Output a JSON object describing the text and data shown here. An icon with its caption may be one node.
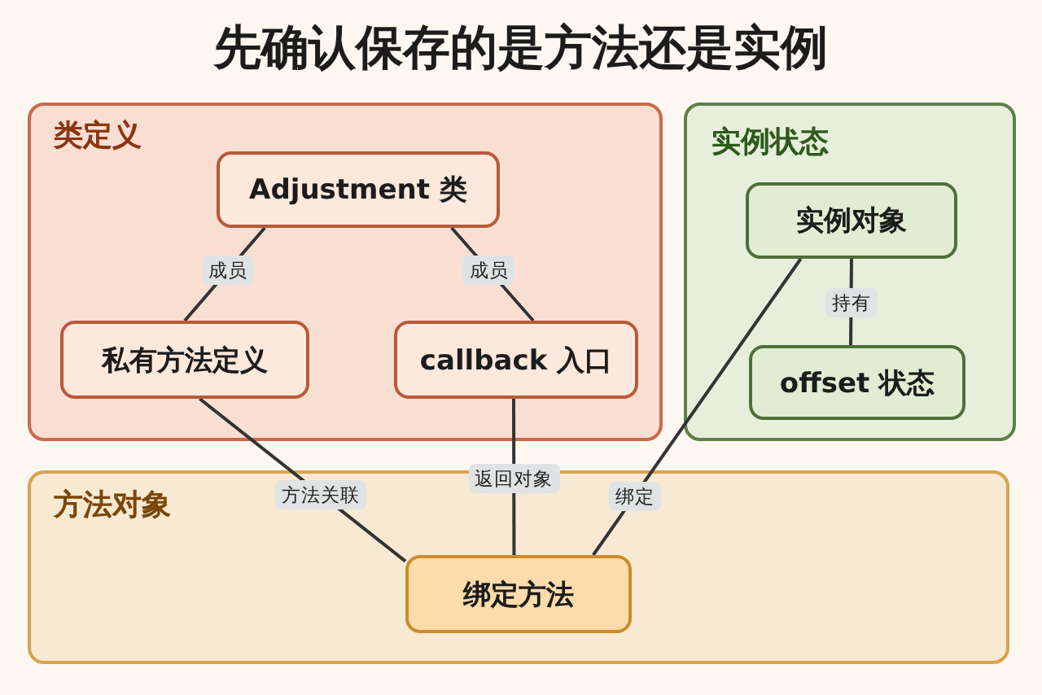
{
  "diagram": {
    "title": "先确认保存的是方法还是实例",
    "nodes": [
      {
        "text": [
          "类定义"
        ]
      },
      {
        "text": [
          "Adjustment 类"
        ],
        "in": 0
      },
      {
        "text": [
          "私有方法定义"
        ],
        "in": 0
      },
      {
        "text": [
          "callback 入口"
        ],
        "in": 0
      },
      {
        "text": [
          "实例状态"
        ]
      },
      {
        "text": [
          "实例对象"
        ],
        "in": 4
      },
      {
        "text": [
          "offset 状态"
        ],
        "in": 4
      },
      {
        "text": [
          "方法对象"
        ]
      },
      {
        "text": [
          "绑定方法"
        ],
        "in": 7
      }
    ],
    "edges": [
      {
        "from": 1,
        "to": 2,
        "arrow": "none",
        "label": "成员"
      },
      {
        "from": 1,
        "to": 3,
        "arrow": "none",
        "label": "成员"
      },
      {
        "from": 5,
        "to": 6,
        "arrow": "none",
        "label": "持有"
      },
      {
        "from": 2,
        "to": 8,
        "arrow": "none",
        "label": "方法关联"
      },
      {
        "from": 3,
        "to": 8,
        "arrow": "none",
        "label": "返回对象"
      },
      {
        "from": 5,
        "to": 8,
        "arrow": "none",
        "label": "绑定"
      }
    ]
  }
}
